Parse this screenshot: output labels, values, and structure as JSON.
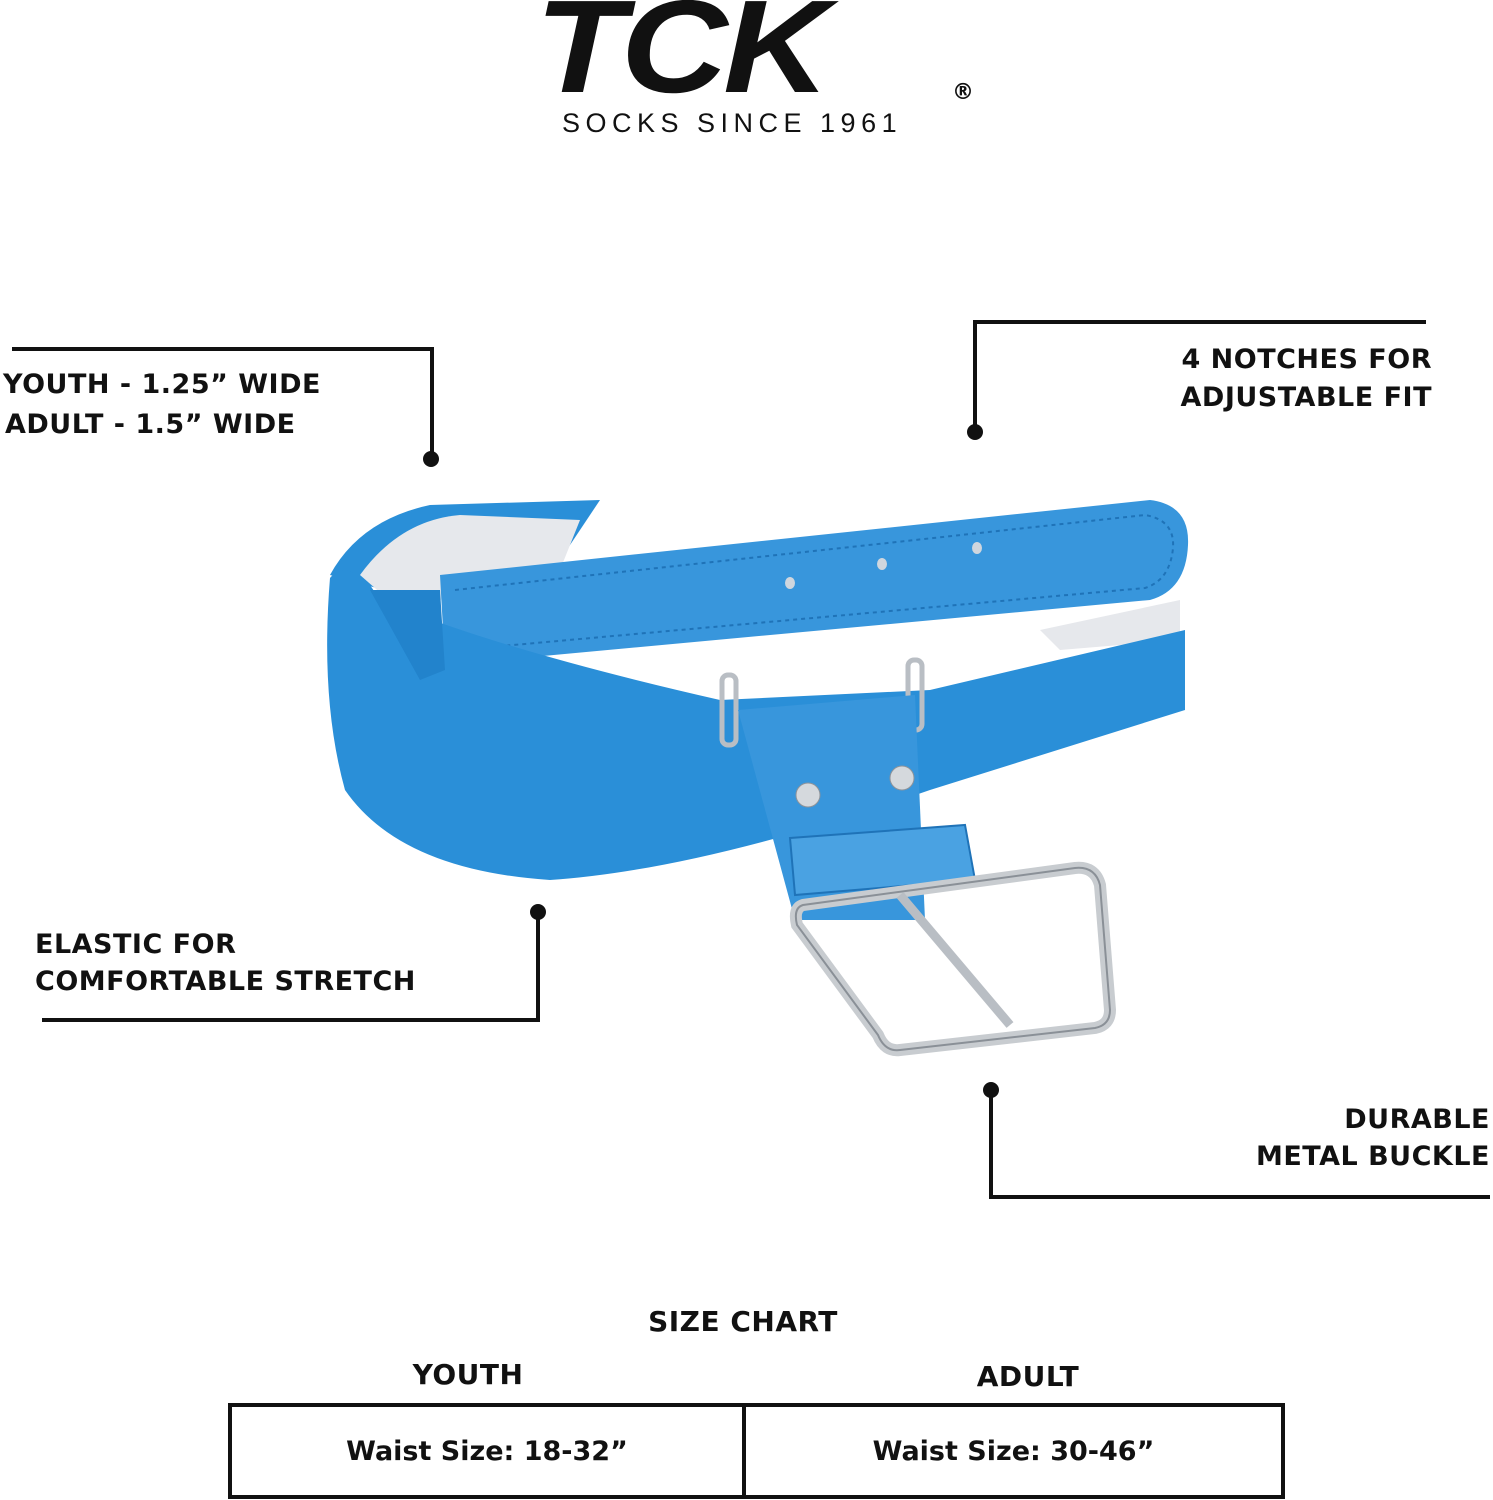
{
  "brand": {
    "logo_text": "TCK",
    "registered": "®",
    "tagline": "SOCKS SINCE 1961"
  },
  "callouts": {
    "width": {
      "line1": "YOUTH - 1.25” WIDE",
      "line2": "ADULT - 1.5” WIDE"
    },
    "notches": {
      "line1": "4 NOTCHES FOR",
      "line2": "ADJUSTABLE FIT"
    },
    "elastic": {
      "line1": "ELASTIC FOR",
      "line2": "COMFORTABLE STRETCH"
    },
    "buckle": {
      "line1": "DURABLE",
      "line2": "METAL BUCKLE"
    }
  },
  "size_chart": {
    "title": "SIZE CHART",
    "columns": [
      {
        "header": "YOUTH",
        "value": "Waist Size: 18-32”"
      },
      {
        "header": "ADULT",
        "value": "Waist Size: 30-46”"
      }
    ]
  },
  "colors": {
    "belt": "#2a8fd8",
    "text": "#111111",
    "buckle": "#c8ccd0"
  }
}
